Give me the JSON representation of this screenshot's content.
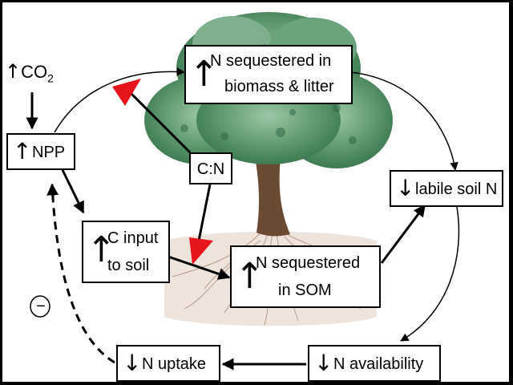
{
  "nodes": {
    "co2": {
      "arrow": "↑",
      "text": "CO",
      "subscript": "2"
    },
    "npp": {
      "arrow": "↑",
      "text": "NPP"
    },
    "n_biomass": {
      "arrow": "↑",
      "line1": "N sequestered in",
      "line2": "biomass & litter"
    },
    "c_input": {
      "arrow": "↑",
      "line1": "C input",
      "line2": "to soil"
    },
    "cn": {
      "text": "C:N"
    },
    "n_som": {
      "arrow": "↑",
      "line1": "N sequestered",
      "line2": "in SOM"
    },
    "labile_n": {
      "arrow": "↓",
      "text": "labile soil N"
    },
    "n_availability": {
      "arrow": "↓",
      "text": "N availability"
    },
    "n_uptake": {
      "arrow": "↓",
      "text": "N uptake"
    }
  },
  "feedback_symbol": "−",
  "colors": {
    "frame": "#000000",
    "background": "#ffffff",
    "triangle": "#e8141c",
    "foliage_dark": "#3e7a52",
    "foliage_light": "#8fbf9a",
    "trunk": "#6b4a33",
    "roots": "#b89a86"
  }
}
